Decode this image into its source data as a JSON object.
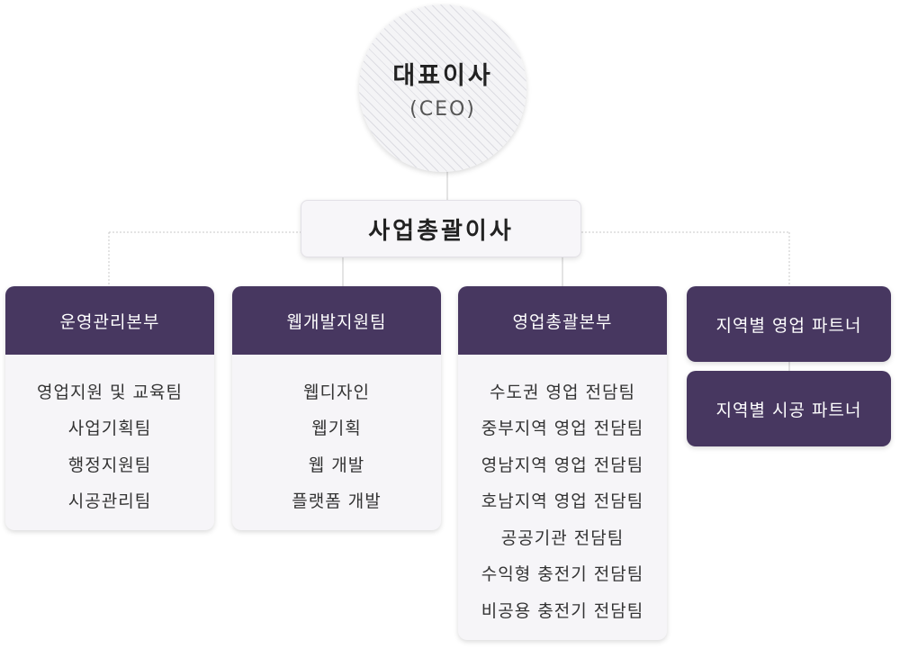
{
  "ceo": {
    "title": "대표이사",
    "subtitle": "(CEO)"
  },
  "director": {
    "title": "사업총괄이사"
  },
  "departments": [
    {
      "title": "운영관리본부",
      "teams": [
        "영업지원 및 교육팀",
        "사업기획팀",
        "행정지원팀",
        "시공관리팀"
      ]
    },
    {
      "title": "웹개발지원팀",
      "teams": [
        "웹디자인",
        "웹기획",
        "웹 개발",
        "플랫폼 개발"
      ]
    },
    {
      "title": "영업총괄본부",
      "teams": [
        "수도권 영업 전담팀",
        "중부지역 영업 전담팀",
        "영남지역 영업 전담팀",
        "호남지역 영업 전담팀",
        "공공기관 전담팀",
        "수익형 충전기 전담팀",
        "비공용 충전기 전담팀"
      ]
    }
  ],
  "partners": [
    "지역별 영업 파트너",
    "지역별 시공 파트너"
  ],
  "colors": {
    "header_bg": "#473760",
    "box_bg": "#f6f5f8",
    "line": "#c8c8c8"
  }
}
